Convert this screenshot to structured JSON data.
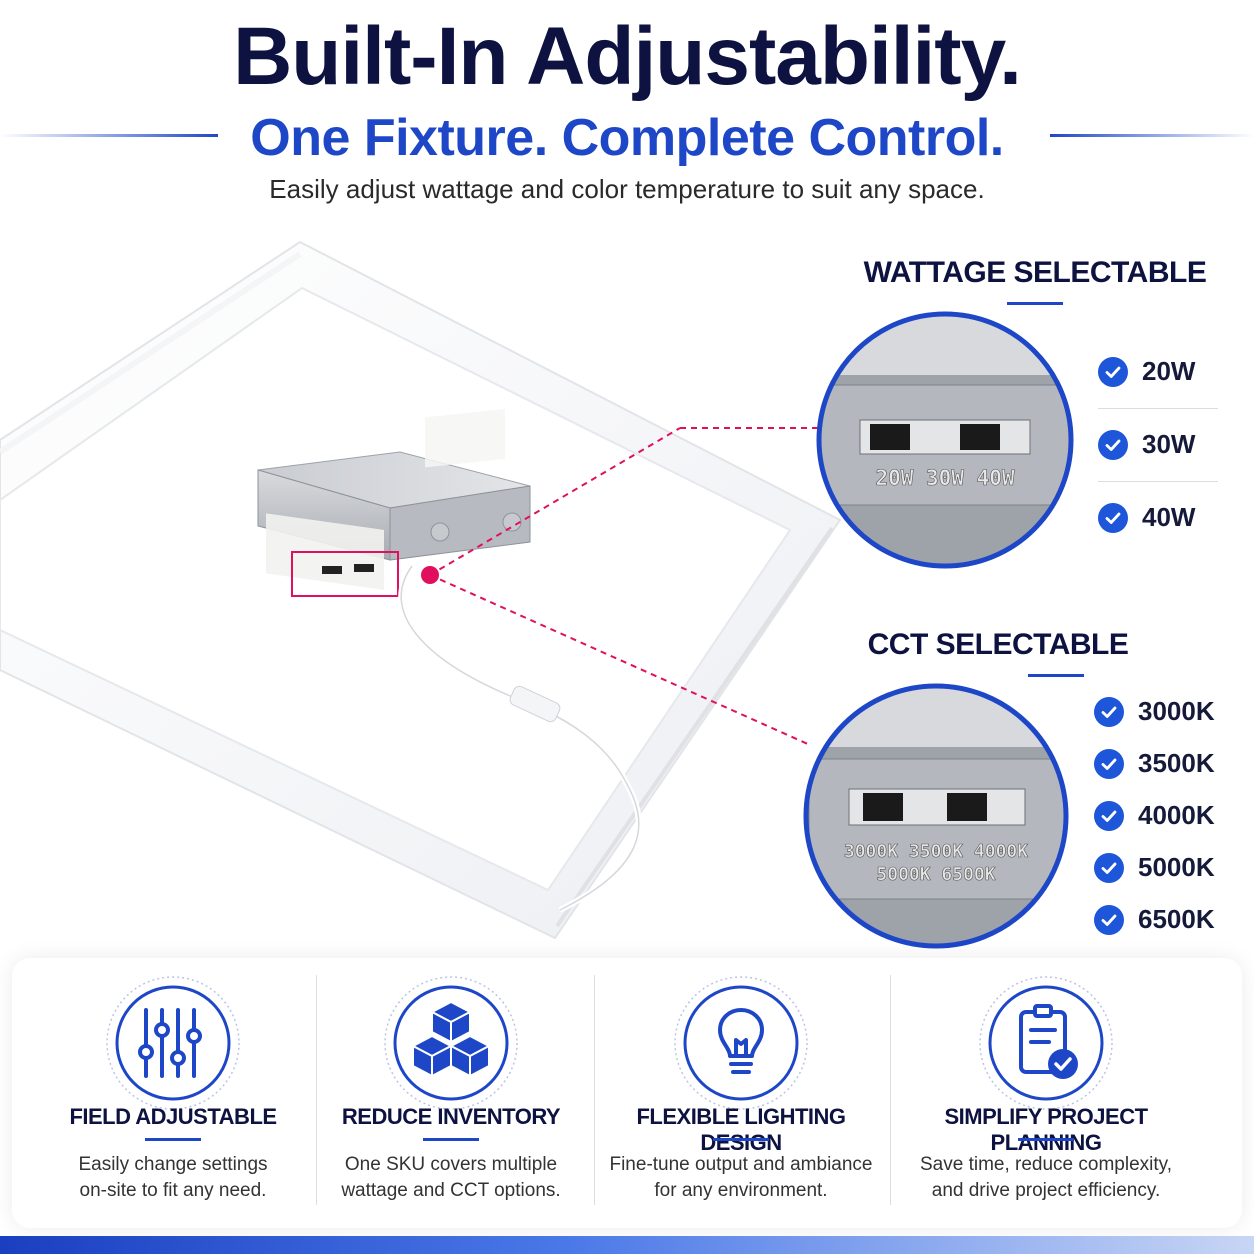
{
  "header": {
    "headline": "Built-In Adjustability.",
    "subheadline": "One Fixture. Complete Control.",
    "tagline": "Easily adjust wattage and color temperature to suit any space."
  },
  "wattage": {
    "title": "WATTAGE SELECTABLE",
    "switch_label": "20W 30W 40W",
    "options": [
      "20W",
      "30W",
      "40W"
    ]
  },
  "cct": {
    "title": "CCT SELECTABLE",
    "switch_label_line1": "3000K 3500K 4000K",
    "switch_label_line2": "5000K 6500K",
    "options": [
      "3000K",
      "3500K",
      "4000K",
      "5000K",
      "6500K"
    ]
  },
  "features": [
    {
      "icon": "sliders-icon",
      "title": "FIELD ADJUSTABLE",
      "desc_line1": "Easily change settings",
      "desc_line2": "on-site to fit any need."
    },
    {
      "icon": "cubes-icon",
      "title": "REDUCE INVENTORY",
      "desc_line1": "One SKU covers multiple",
      "desc_line2": "wattage and CCT options."
    },
    {
      "icon": "lightbulb-icon",
      "title": "FLEXIBLE LIGHTING DESIGN",
      "desc_line1": "Fine-tune output and ambiance",
      "desc_line2": "for any environment."
    },
    {
      "icon": "clipboard-check-icon",
      "title": "SIMPLIFY PROJECT PLANNING",
      "desc_line1": "Save time, reduce complexity,",
      "desc_line2": "and drive project efficiency."
    }
  ],
  "colors": {
    "navy": "#0d1240",
    "brand_blue": "#1e47c8",
    "check_blue": "#1e56d9",
    "callout_pink": "#e0105e"
  }
}
